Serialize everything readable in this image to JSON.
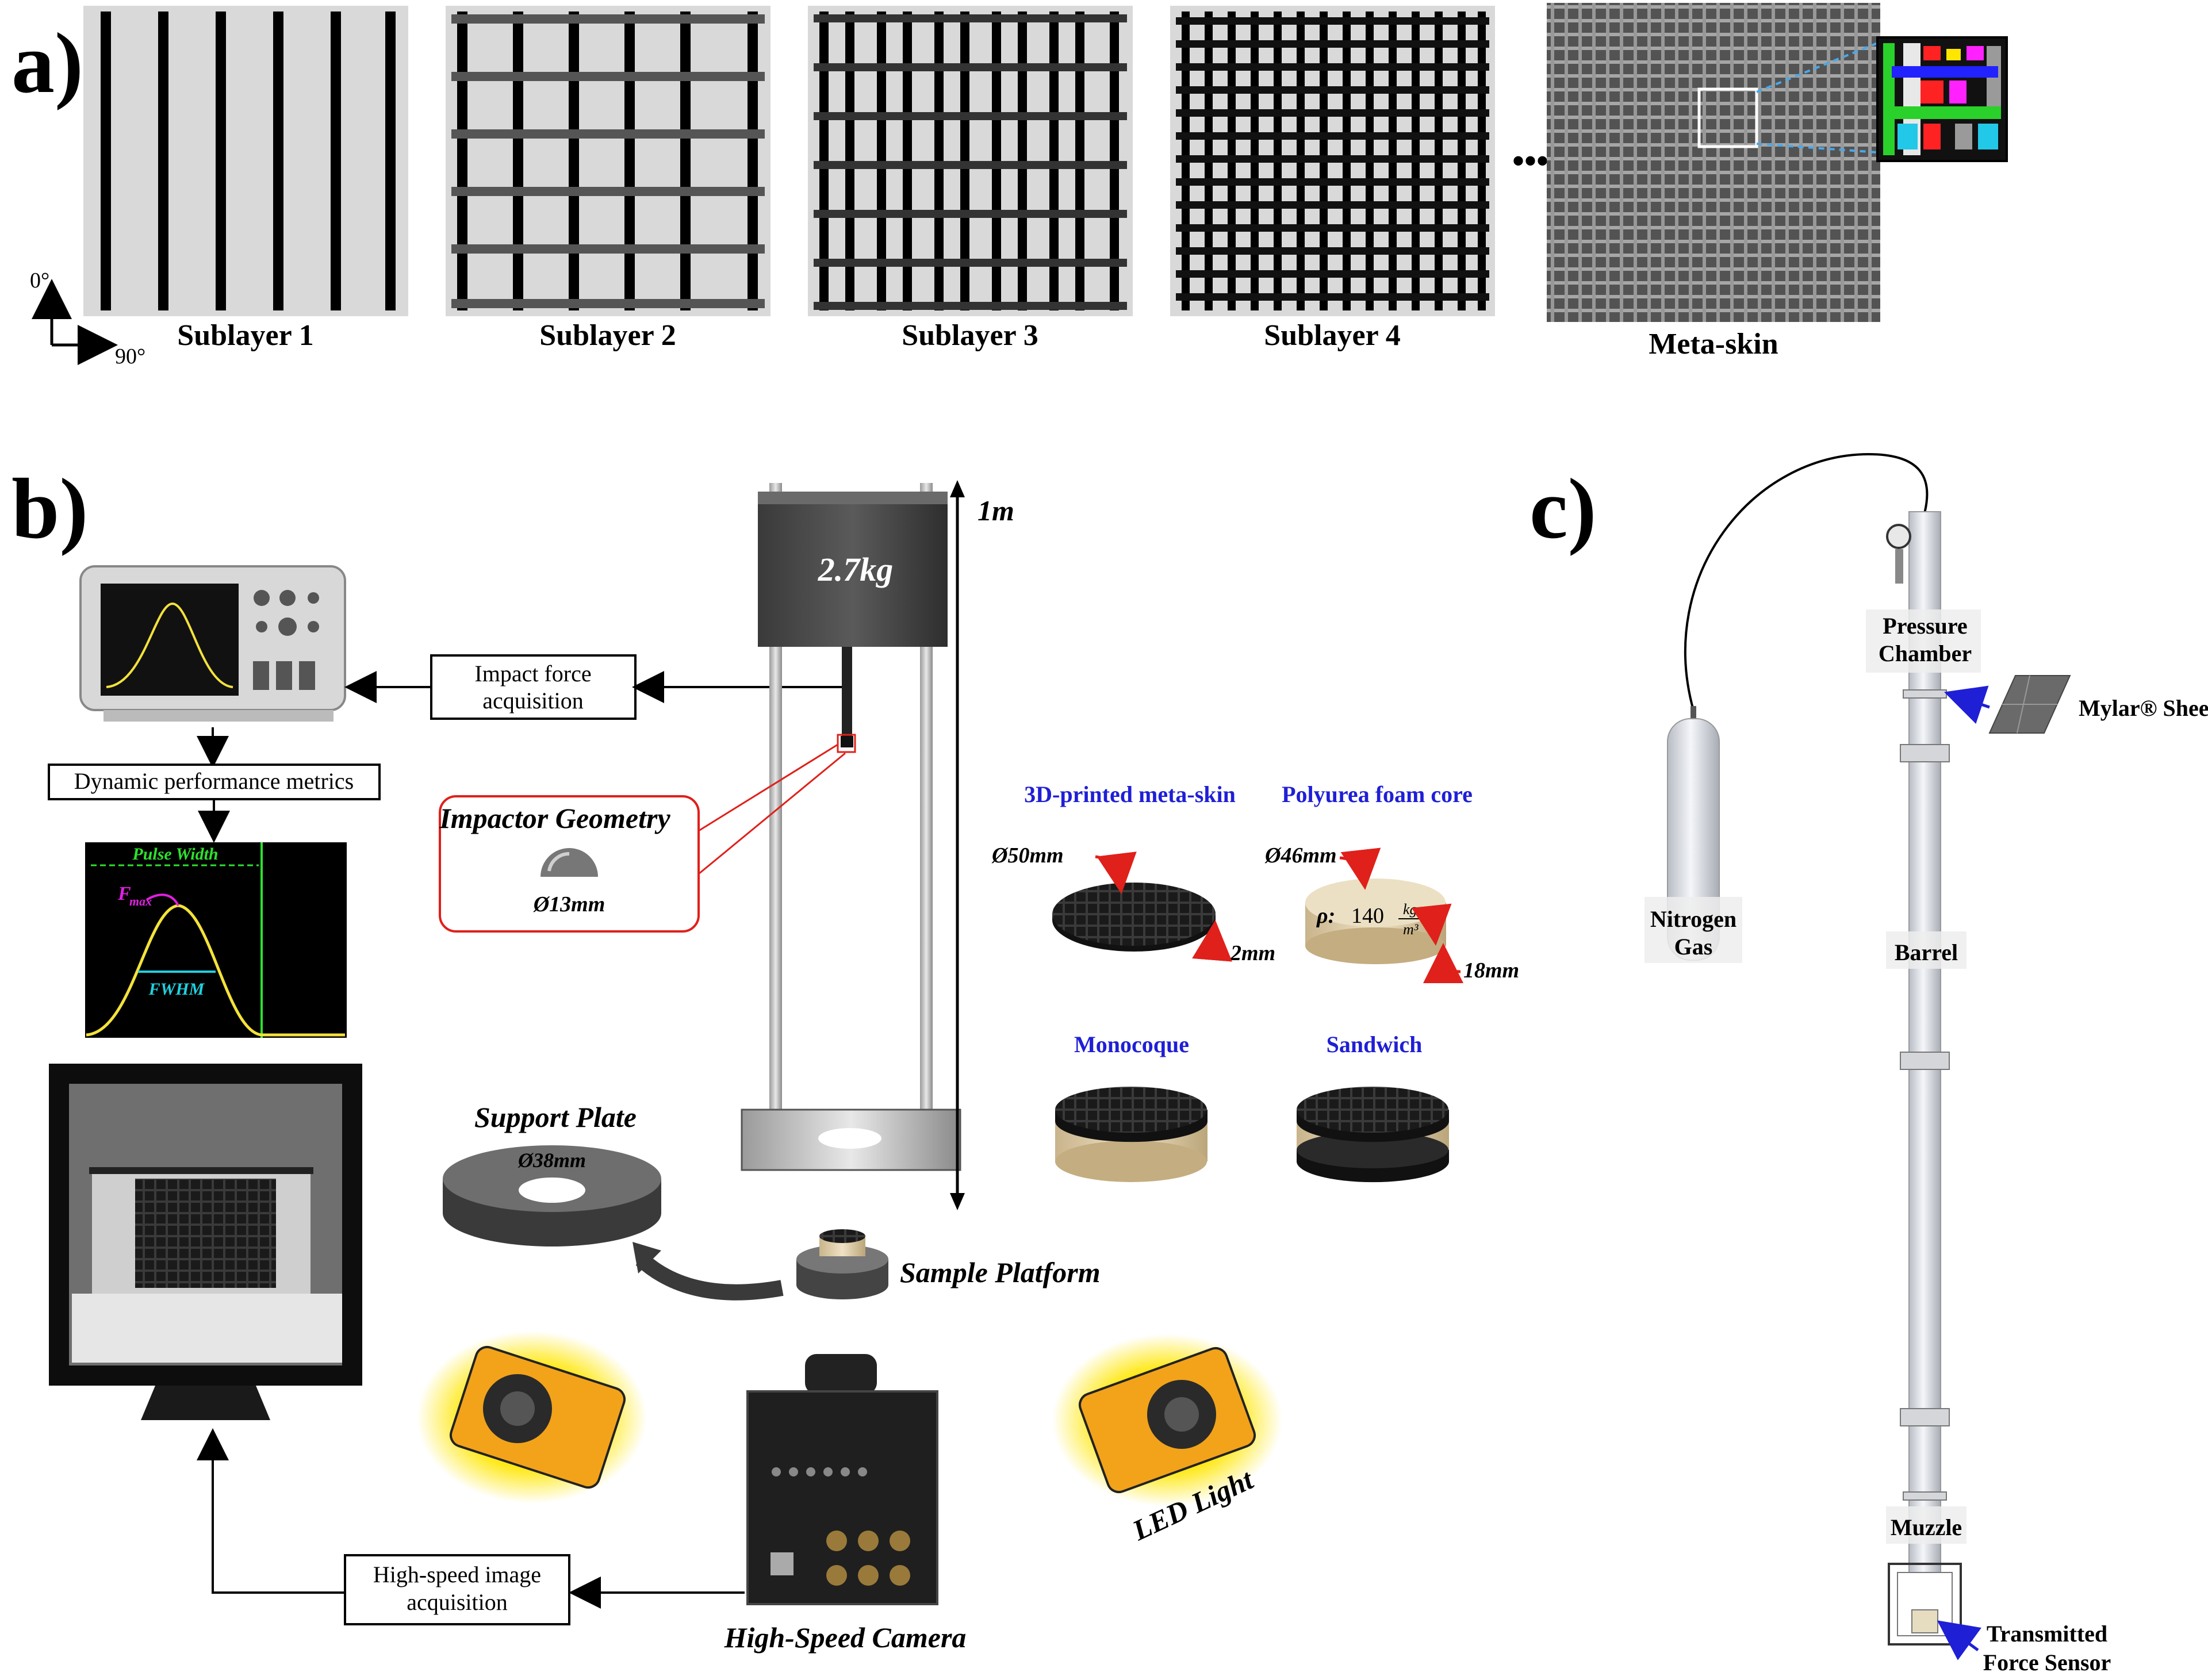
{
  "panels": {
    "a": {
      "letter": "a)",
      "axis_0": "0°",
      "axis_90": "90°",
      "ellipsis": "•••",
      "sublayers": [
        "Sublayer 1",
        "Sublayer 2",
        "Sublayer 3",
        "Sublayer 4"
      ],
      "meta_skin": "Meta-skin"
    },
    "b": {
      "letter": "b)",
      "impact_force_box": [
        "Impact force",
        "acquisition"
      ],
      "dynamic_box": "Dynamic performance metrics",
      "plot": {
        "pulse_width": "Pulse Width",
        "fmax": "F",
        "fmax_sub": "max",
        "fwhm": "FWHM"
      },
      "impactor_geometry": "Impactor Geometry",
      "impactor_diameter": "Ø13mm",
      "height": "1m",
      "mass": "2.7kg",
      "support_plate": "Support Plate",
      "support_diameter": "Ø38mm",
      "sample_platform": "Sample Platform",
      "led_light": "LED Light",
      "high_speed_camera": "High-Speed Camera",
      "image_box": [
        "High-speed image",
        "acquisition"
      ],
      "meta_skin_title": "3D-printed meta-skin",
      "foam_title": "Polyurea foam core",
      "meta_skin_diameter": "Ø50mm",
      "meta_skin_thickness": "2mm",
      "foam_diameter": "Ø46mm",
      "foam_thickness": "18mm",
      "density_symbol": "ρ:",
      "density_value": "140",
      "density_unit_num": "kg",
      "density_unit_den": "m³",
      "monocoque": "Monocoque",
      "sandwich": "Sandwich"
    },
    "c": {
      "letter": "c)",
      "pressure_chamber": [
        "Pressure",
        "Chamber"
      ],
      "mylar_sheet": "Mylar® Sheet",
      "nitrogen_gas": [
        "Nitrogen",
        "Gas"
      ],
      "barrel": "Barrel",
      "muzzle": "Muzzle",
      "transmitted_force_sensor": [
        "Transmitted",
        "Force Sensor"
      ]
    }
  },
  "colors": {
    "blue_label": "#1f1fd6",
    "red_marker": "#e0201a",
    "pulse_curve": "#f4e23a",
    "pulse_width": "#2ee02e",
    "fmax": "#e020e0",
    "fwhm": "#20d0e0",
    "led_glow": "#ffe600"
  }
}
